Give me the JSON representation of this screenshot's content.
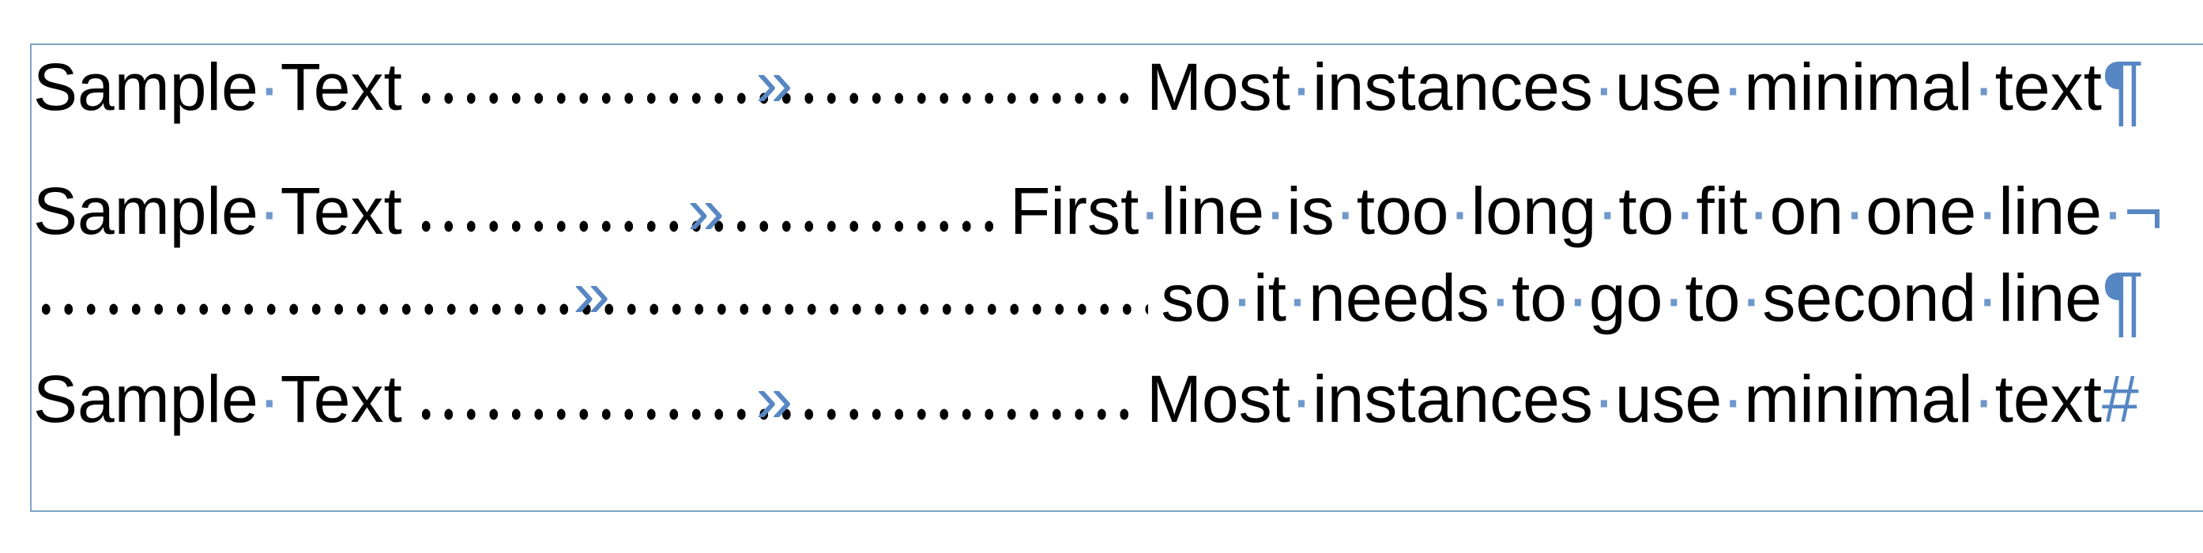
{
  "marks": {
    "tab": "»",
    "space": "·",
    "paragraph": "¶",
    "line_break": "¬",
    "end_of_story": "#"
  },
  "colors": {
    "text": "#000000",
    "formatting_mark": "#5787c3",
    "space_dot": "#6f98cc",
    "frame_border": "#7fa3c5",
    "leader_dot": "#000000"
  },
  "paragraphs": [
    {
      "lines": [
        {
          "left": "Sample Text",
          "right": "Most instances use minimal text",
          "end_mark": "¶"
        }
      ]
    },
    {
      "lines": [
        {
          "left": "Sample Text",
          "right": "First line is too long to fit on one line",
          "end_mark": "¬"
        },
        {
          "left": "",
          "right": "so it needs to go to second line",
          "end_mark": "¶"
        }
      ]
    },
    {
      "lines": [
        {
          "left": "Sample Text",
          "right": "Most instances use minimal text",
          "end_mark": "#"
        }
      ]
    }
  ]
}
